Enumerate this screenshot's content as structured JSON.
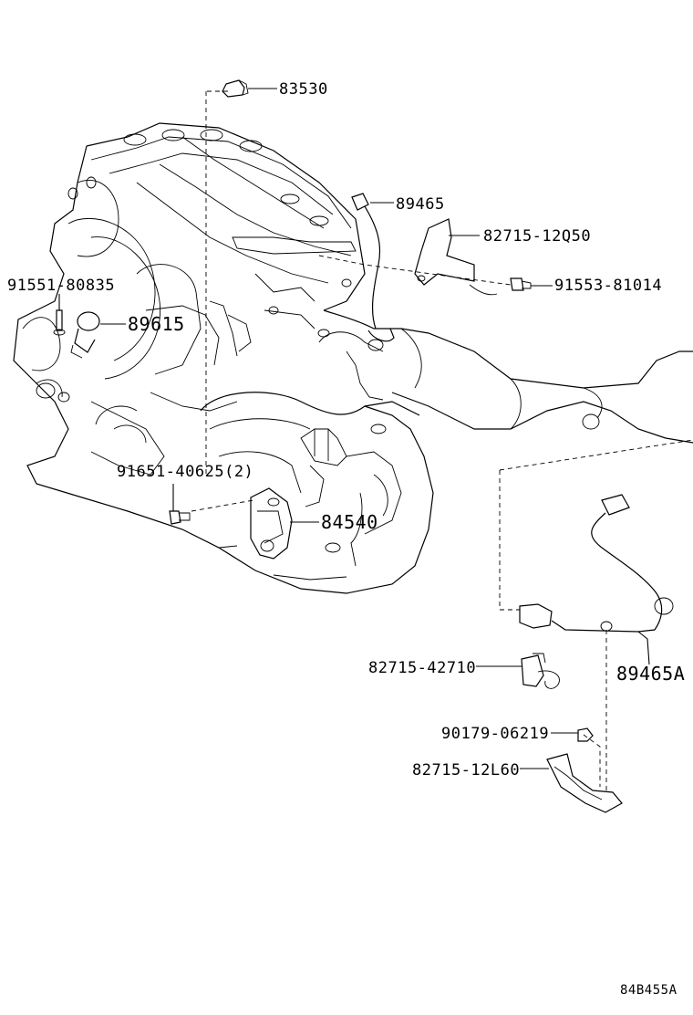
{
  "callouts": {
    "p83530": "83530",
    "p89465": "89465",
    "p82715_12Q50": "82715-12Q50",
    "p91553_81014": "91553-81014",
    "p91551_80835": "91551-80835",
    "p89615": "89615",
    "p91651_40625": "91651-40625(2)",
    "p84540": "84540",
    "p82715_42710": "82715-42710",
    "p89465A": "89465A",
    "p90179_06219": "90179-06219",
    "p82715_12L60": "82715-12L60"
  },
  "illustration_id": "84B455A"
}
